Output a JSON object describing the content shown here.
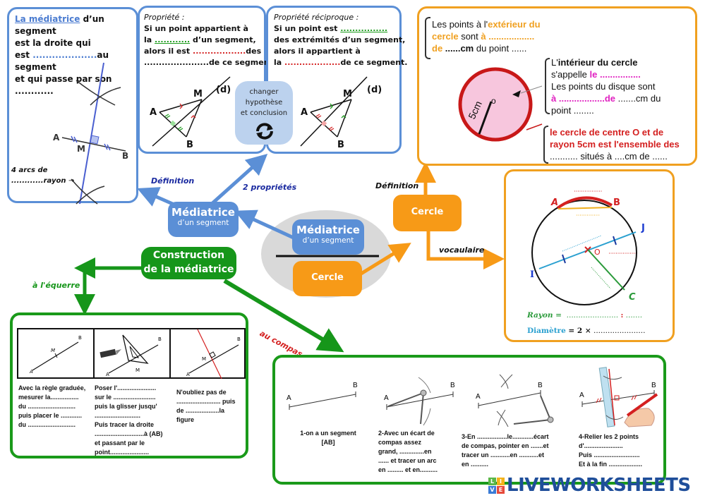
{
  "definition_card": {
    "term": "La médiatrice",
    "line1_rest": " d’un segment",
    "line2": "est la droite qui",
    "line3_pre": "est ",
    "line3_blank": "....................",
    "line3_post": "au segment",
    "line4": "et qui passe par son ............",
    "label_A": "A",
    "label_B": "B",
    "label_M": "M",
    "arcs_line1": "4 arcs de",
    "arcs_line2_blank": "............",
    "arcs_line2_word": "rayon",
    "arrow_glyph": "→"
  },
  "property_card": {
    "title": "Propriété :",
    "line1": "Si un point appartient à",
    "line2_pre": "la ",
    "line2_blank": "............",
    "line2_post": " d’un segment,",
    "line3_pre": "alors il est ",
    "line3_blank": "..................",
    "line3_post": "des",
    "line4_blank": "......................",
    "line4_post": "de ce segment.",
    "label_A": "A",
    "label_B": "B",
    "label_M": "M",
    "label_d": "(d)"
  },
  "converse_card": {
    "title": "Propriété réciproque :",
    "line1_pre": "Si un point est ",
    "line1_blank": "................",
    "line2": "des extrémités d’un segment,",
    "line3": "alors il appartient à",
    "line4_pre": "la ",
    "line4_blank": "...................",
    "line4_post": "de ce segment.",
    "label_A": "A",
    "label_B": "B",
    "label_M": "M",
    "label_d": "(d)"
  },
  "swap_bubble": {
    "line1": "changer",
    "line2": "hypothèse",
    "line3": "et conclusion",
    "icon": "refresh-icon"
  },
  "nodes": {
    "mediatrice_left_title": "Médiatrice",
    "mediatrice_left_sub": "d’un segment",
    "center_mediatrice_title": "Médiatrice",
    "center_mediatrice_sub": "d’un segment",
    "center_cercle": "Cercle",
    "cercle_right": "Cercle",
    "construction_line1": "Construction",
    "construction_line2": "de la médiatrice"
  },
  "arrow_labels": {
    "definition_blue": "Définition",
    "two_properties": "2 propriétés",
    "definition_orange": "Définition",
    "vocabulary": "vocaulaire",
    "square": "à l'équerre",
    "compass": "au compas"
  },
  "circle_definition_card": {
    "ext_line1_pre": "Les points à l'",
    "ext_line1_hl": "extérieur du",
    "ext_line2_hl": "cercle",
    "ext_line2_mid": " sont  ",
    "ext_line2_hl2": "à ..................",
    "ext_line3_hl": "de",
    "ext_line3_bold": " ......cm",
    "ext_line3_rest": " du point ......",
    "int_line1_pre": "L'",
    "int_line1_bold": "intérieur du cercle",
    "int_line2_pre": "s'appelle ",
    "int_line2_hl": "le ................",
    "int_line3": "Les  points du disque sont",
    "int_line4_hl": "à ..................de",
    "int_line4_rest": " .......cm du",
    "int_line5": "point ........",
    "radius_label": "5cm",
    "center_label": "o",
    "def_line1": "le cercle de centre O et de",
    "def_line2": "rayon 5cm est l'ensemble des",
    "def_line3": "........... situés à ....cm de ......"
  },
  "vocab_card": {
    "label_A": "A",
    "label_B": "B",
    "label_J": "J",
    "label_I": "I",
    "label_O": "O",
    "label_C": "C",
    "rayon_label": "Rayon =",
    "rayon_blank": "......................",
    "rayon_sep": ":",
    "rayon_blank2": ".......",
    "diametre_label": "Diamètre",
    "diametre_eq": " = 2 ×",
    "diametre_blank": "......................"
  },
  "square_card": {
    "step1": [
      "Avec la règle graduée,",
      "mesurer la................",
      "du ...........................",
      "puis placer le ............",
      "du ..........................."
    ],
    "step2": [
      "Poser l'......................",
      "sur le ........................",
      "puis la glisser jusqu'",
      "..........................",
      "Puis tracer la droite",
      "............................à (AB)",
      "et passant par le",
      "point......................"
    ],
    "step3": [
      "N'oubliez pas de",
      "......................... puis",
      "de ...................la",
      "figure"
    ],
    "label_A": "A",
    "label_B": "B",
    "label_M": "M"
  },
  "compass_card": {
    "step1": [
      "1-on a un segment",
      "[AB]"
    ],
    "step2": [
      "2-Avec un écart de",
      "compas assez",
      "grand, ..............en",
      "...... et tracer un arc",
      "en ......... et en.........."
    ],
    "step3": [
      "3-En .................le............écart",
      "de compas, pointer en .......et",
      "tracer un ...........en ...........et",
      "en .........."
    ],
    "step4": [
      "4-Relier les 2 points",
      "d'......................",
      "Puis ..........................",
      "Et à la fin ..................."
    ],
    "label_A": "A",
    "label_B": "B"
  },
  "watermark": {
    "text": "LIVEWORKSHEETS",
    "logo_letters": [
      "L",
      "I",
      "V",
      "E"
    ]
  },
  "colors": {
    "blue": "#5b8fd6",
    "orange": "#f79a17",
    "green": "#16961a",
    "red": "#d42020",
    "magenta": "#e020c0",
    "pink_disc": "#f7c6dd",
    "watermark": "#1f4e9a"
  }
}
